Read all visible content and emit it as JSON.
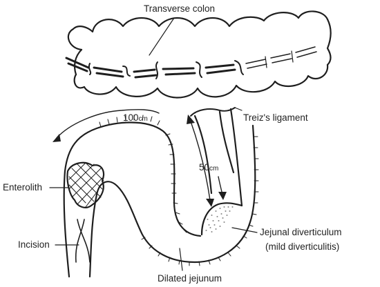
{
  "labels": {
    "transverse_colon": "Transverse colon",
    "treitz_ligament": "Treiz's ligament",
    "distance_100": "100",
    "distance_100_unit": "cm",
    "distance_50": "50",
    "distance_50_unit": "cm",
    "enterolith": "Enterolith",
    "incision": "Incision",
    "jejunal_diverticulum": "Jejunal diverticulum",
    "diverticulitis_note": "(mild diverticulitis)",
    "dilated_jejunum": "Dilated jejunum"
  },
  "colors": {
    "ink": "#1e1e1e",
    "background": "#ffffff"
  }
}
